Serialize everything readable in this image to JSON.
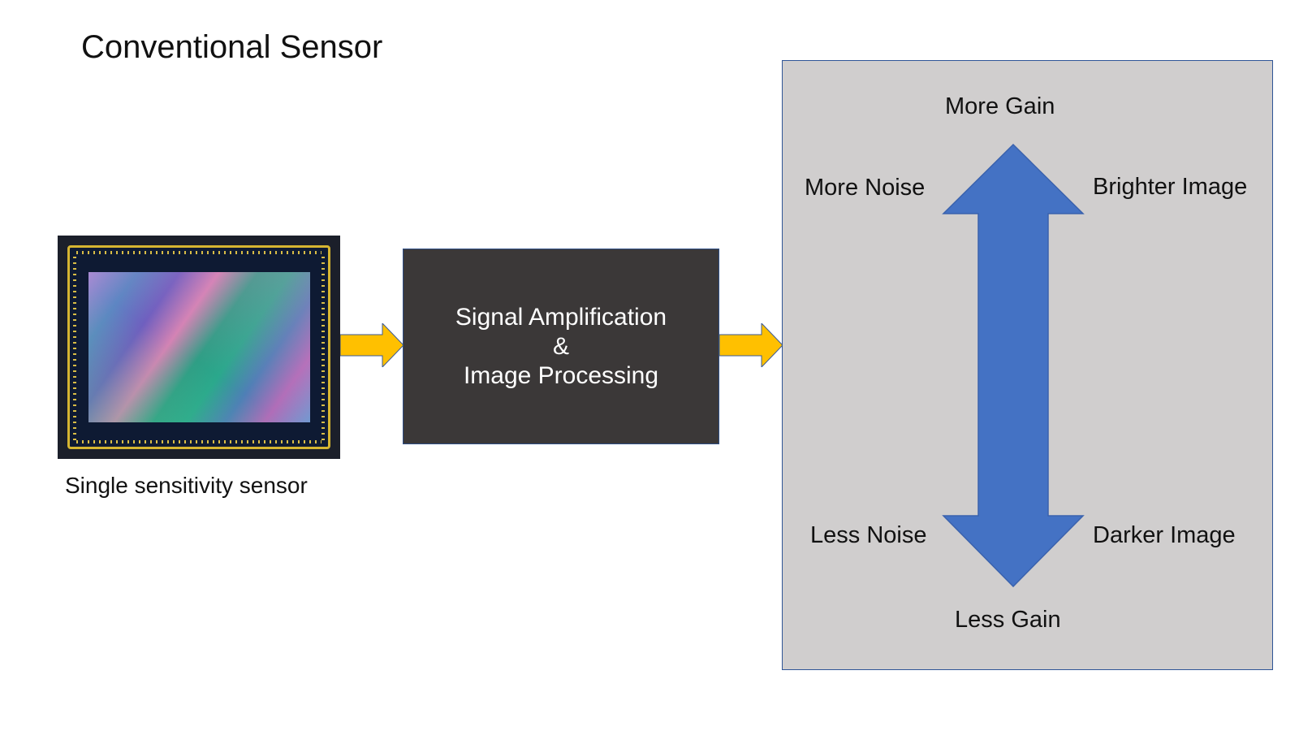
{
  "title": "Conventional Sensor",
  "sensor_label": "Single sensitivity sensor",
  "processing": {
    "line1": "Signal Amplification",
    "line2": "&",
    "line3": "Image Processing"
  },
  "panel": {
    "top": "More Gain",
    "top_left": "More Noise",
    "top_right": "Brighter Image",
    "bottom_left": "Less Noise",
    "bottom_right": "Darker Image",
    "bottom": "Less Gain"
  },
  "colors": {
    "flow_arrow": "#ffc000",
    "gain_arrow": "#4472c4",
    "processing_box": "#3b3838",
    "panel_bg": "#d0cece"
  }
}
